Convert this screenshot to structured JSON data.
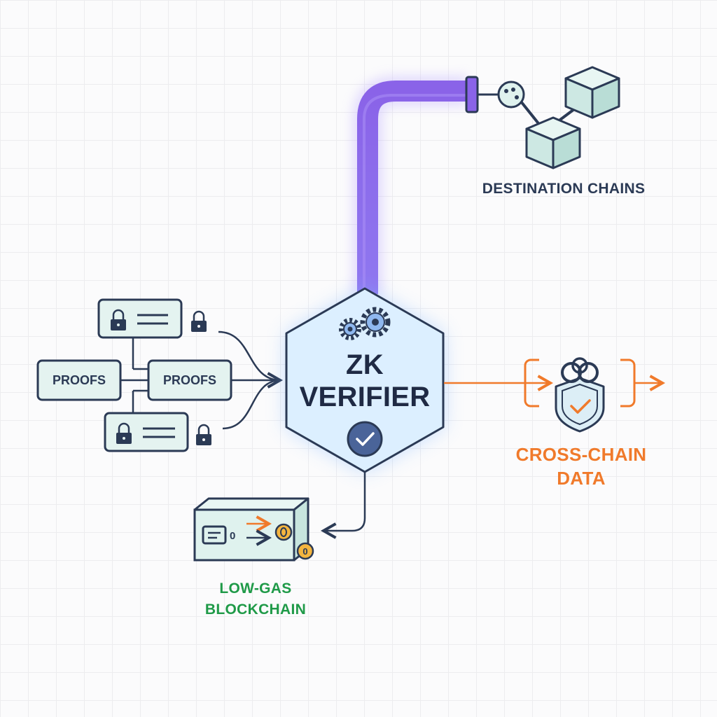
{
  "verifier": {
    "line1": "ZK",
    "line2": "VERIFIER"
  },
  "proofs": {
    "left_label": "PROOFS",
    "center_label": "PROOFS"
  },
  "destination": {
    "label": "DESTINATION CHAINS"
  },
  "cross_chain": {
    "line1": "CROSS-CHAIN",
    "line2": "DATA"
  },
  "low_gas": {
    "line1": "LOW-GAS",
    "line2": "BLOCKCHAIN",
    "counter_digit": "0",
    "coin_digit": "0"
  },
  "colors": {
    "navy": "#2b3a55",
    "pipe_purple": "#8a63e8",
    "verifier_fill": "#dcefff",
    "verifier_glow": "#7fb6ff",
    "mint": "#dff2ee",
    "orange": "#f07a2b",
    "green": "#1f9a48",
    "coin": "#f4b53f"
  },
  "icons": [
    "lock-icon",
    "gear-icon",
    "checkmark-icon",
    "link-icon",
    "shield-check-icon",
    "cube-icon",
    "coin-icon",
    "document-icon"
  ]
}
